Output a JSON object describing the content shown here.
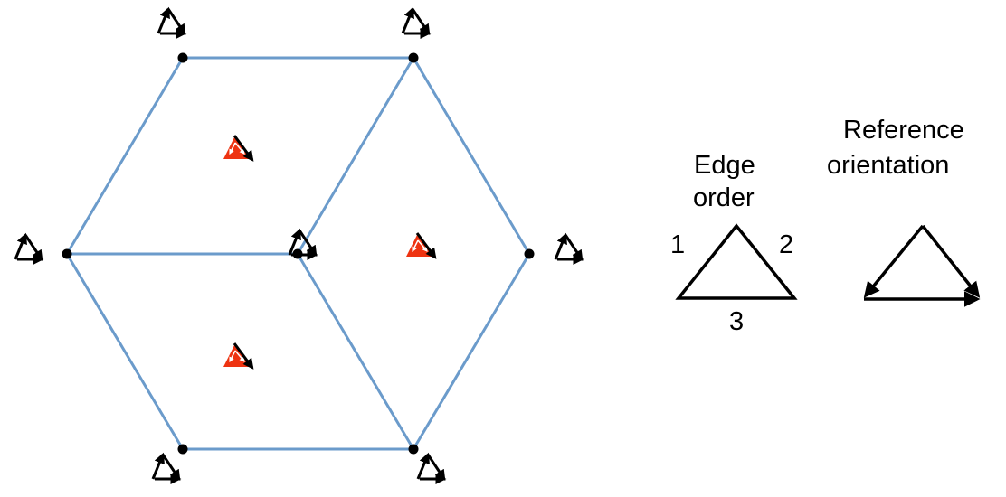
{
  "labels": {
    "edge_order_line1": "Edge",
    "edge_order_line2": "order",
    "reference_line1": "Reference",
    "reference_line2": "orientation",
    "edge1": "1",
    "edge2": "2",
    "edge3": "3"
  },
  "colors": {
    "hex_edge": "#6B9BCB",
    "vertex": "#000000",
    "icon": "#000000",
    "face_icon_highlight": "#EE3311"
  }
}
